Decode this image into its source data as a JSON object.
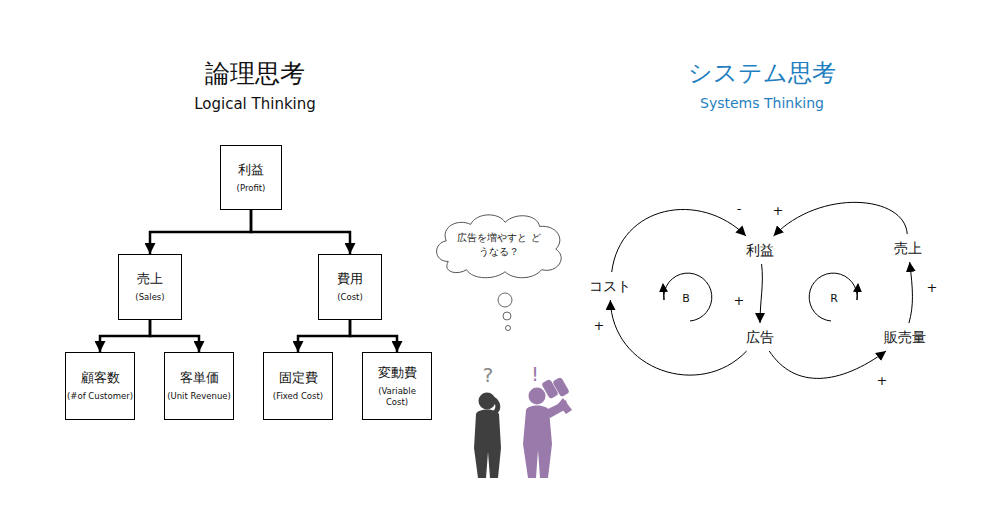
{
  "diagram": {
    "nodes": [
      {
        "text": [
          "利益",
          "(Profit)"
        ]
      },
      {
        "text": [
          "売上",
          "(Sales)"
        ]
      },
      {
        "text": [
          "費用",
          "(Cost)"
        ]
      },
      {
        "text": [
          "顧客数",
          "(#of Customer)"
        ]
      },
      {
        "text": [
          "客単価",
          "(Unit Revenue)"
        ]
      },
      {
        "text": [
          "固定費",
          "(Fixed Cost)"
        ]
      },
      {
        "text": [
          "変動費",
          "(Variable Cost)"
        ]
      },
      {
        "text": [
          "広告を増やすと どうなる？"
        ]
      },
      {
        "text": [
          "利益"
        ]
      },
      {
        "text": [
          "売上"
        ]
      },
      {
        "text": [
          "コスト"
        ]
      },
      {
        "text": [
          "広告"
        ]
      },
      {
        "text": [
          "販売量"
        ]
      }
    ],
    "edges": [
      {
        "from": 0,
        "to": 1,
        "arrow": "to"
      },
      {
        "from": 0,
        "to": 2,
        "arrow": "to"
      },
      {
        "from": 1,
        "to": 3,
        "arrow": "to"
      },
      {
        "from": 1,
        "to": 4,
        "arrow": "to"
      },
      {
        "from": 2,
        "to": 5,
        "arrow": "to"
      },
      {
        "from": 2,
        "to": 6,
        "arrow": "to"
      },
      {
        "from": 10,
        "to": 8,
        "label": "-",
        "arrow": "to"
      },
      {
        "from": 9,
        "to": 8,
        "label": "+",
        "arrow": "to"
      },
      {
        "from": 8,
        "to": 11,
        "label": "+",
        "arrow": "to"
      },
      {
        "from": 11,
        "to": 10,
        "label": "+",
        "arrow": "to"
      },
      {
        "from": 11,
        "to": 12,
        "label": "+",
        "arrow": "to"
      },
      {
        "from": 12,
        "to": 9,
        "label": "+",
        "arrow": "to"
      }
    ],
    "labels": [
      "論理思考",
      "Logical Thinking",
      "システム思考",
      "Systems Thinking",
      "B",
      "R",
      "?",
      "!"
    ]
  }
}
